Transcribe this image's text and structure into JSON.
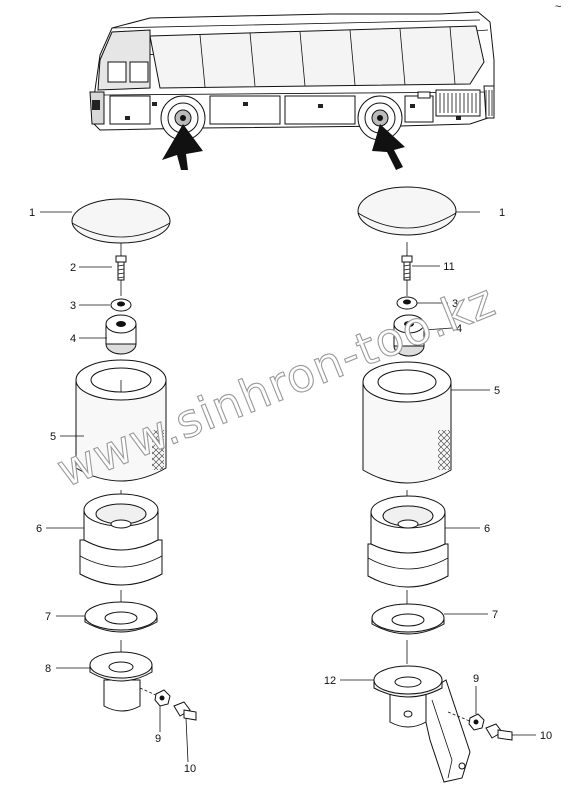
{
  "watermark": "www.sinhron-too.kz",
  "corner_mark": "~",
  "callouts_left": [
    {
      "id": "L1",
      "text": "1"
    },
    {
      "id": "L2",
      "text": "2"
    },
    {
      "id": "L3",
      "text": "3"
    },
    {
      "id": "L4",
      "text": "4"
    },
    {
      "id": "L5",
      "text": "5"
    },
    {
      "id": "L6",
      "text": "6"
    },
    {
      "id": "L7",
      "text": "7"
    },
    {
      "id": "L8",
      "text": "8"
    },
    {
      "id": "L9",
      "text": "9"
    },
    {
      "id": "L10",
      "text": "10"
    }
  ],
  "callouts_right": [
    {
      "id": "R1",
      "text": "1"
    },
    {
      "id": "R11",
      "text": "11"
    },
    {
      "id": "R3",
      "text": "3"
    },
    {
      "id": "R4",
      "text": "4"
    },
    {
      "id": "R5",
      "text": "5"
    },
    {
      "id": "R6",
      "text": "6"
    },
    {
      "id": "R7",
      "text": "7"
    },
    {
      "id": "R12",
      "text": "12"
    },
    {
      "id": "R9",
      "text": "9"
    },
    {
      "id": "R10",
      "text": "10"
    }
  ]
}
